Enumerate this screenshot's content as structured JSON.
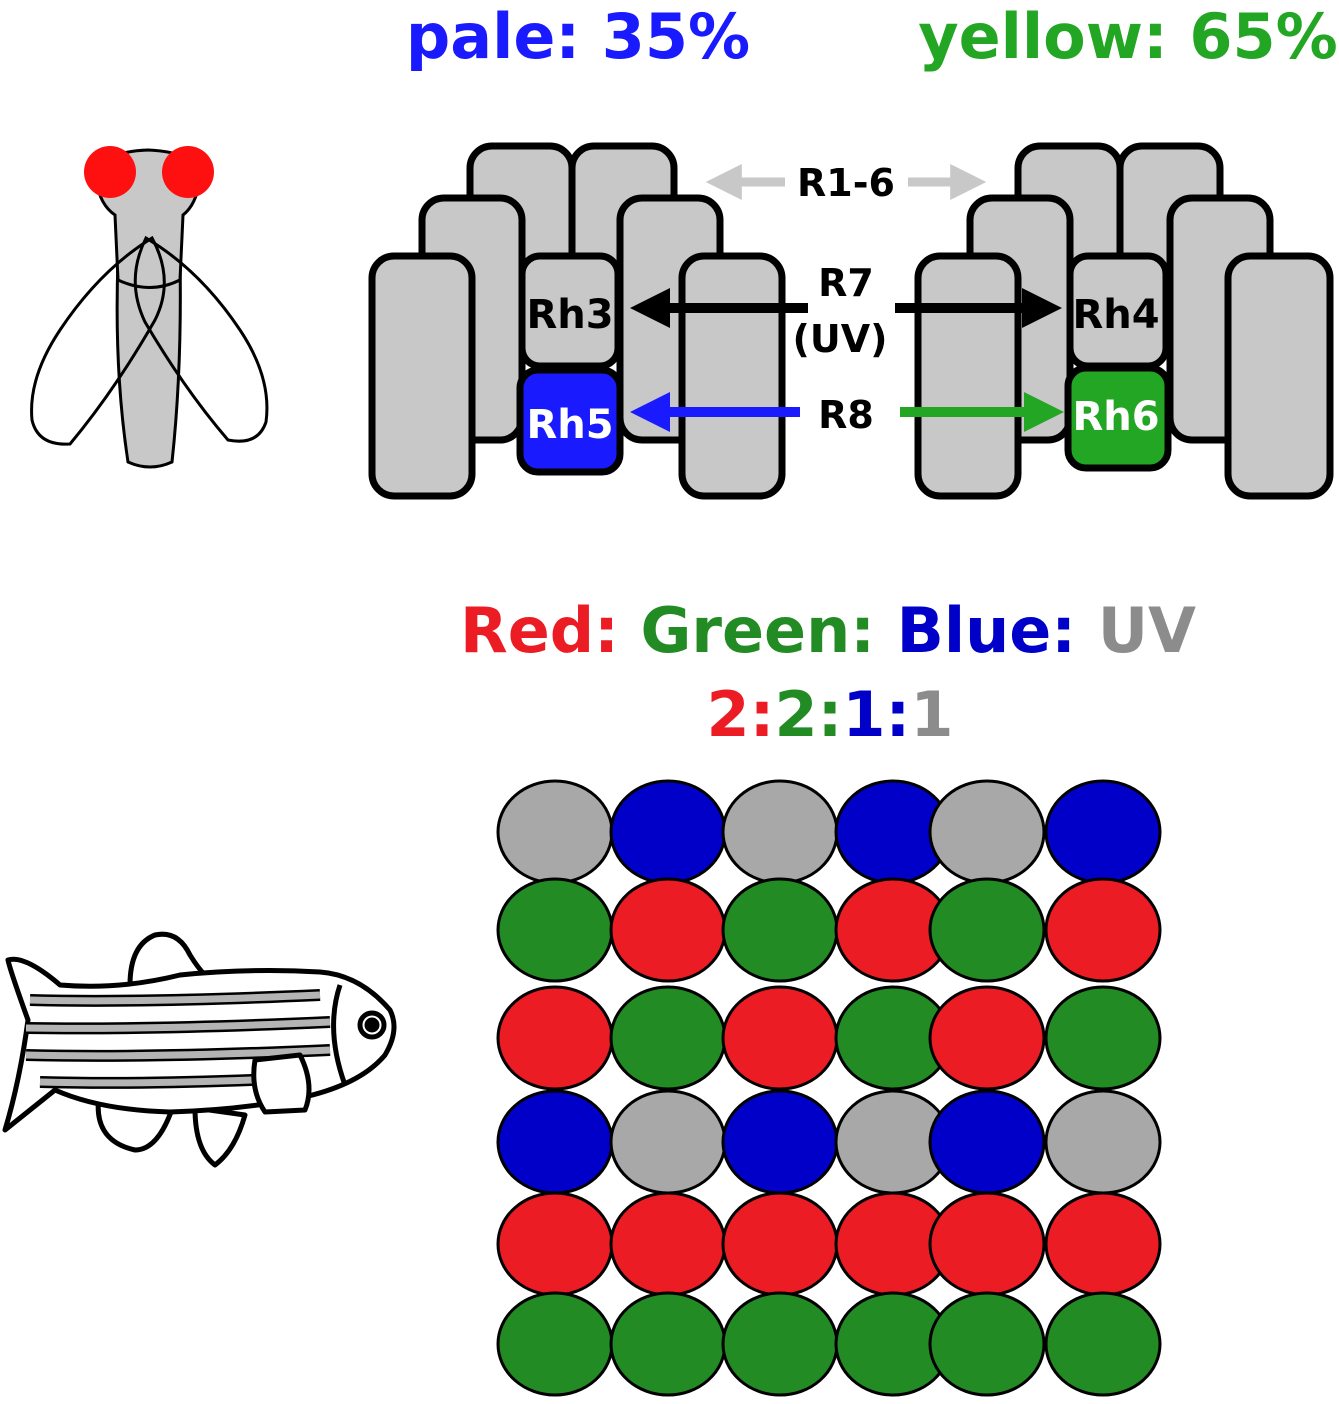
{
  "header": {
    "pale": "pale: 35%",
    "yellow": "yellow: 65%"
  },
  "ommatidia": {
    "r16": "R1-6",
    "r7": "R7",
    "uv": "(UV)",
    "r8": "R8",
    "pale_r7": "Rh3",
    "pale_r8": "Rh5",
    "yellow_r7": "Rh4",
    "yellow_r8": "Rh6"
  },
  "ratio": {
    "names": [
      {
        "text": "Red:",
        "color": "#ec1c24"
      },
      {
        "text": "Green:",
        "color": "#238b23"
      },
      {
        "text": "Blue:",
        "color": "#0000c8"
      },
      {
        "text": "UV",
        "color": "#8c8c8c"
      }
    ],
    "values": [
      {
        "text": "2:",
        "color": "#ec1c24"
      },
      {
        "text": "2:",
        "color": "#238b23"
      },
      {
        "text": "1:",
        "color": "#0000c8"
      },
      {
        "text": "1",
        "color": "#8c8c8c"
      }
    ]
  },
  "colors": {
    "pale": "#1a1aff",
    "yellow": "#23a623",
    "red": "#ec1c24",
    "green": "#238b23",
    "blue": "#0000c8",
    "uv": "#a8a8a8",
    "cell": "#c8c8c8",
    "eye": "#ff1010"
  },
  "mosaic": [
    [
      "uv",
      "blue",
      "uv",
      "blue",
      "uv",
      "blue"
    ],
    [
      "green",
      "red",
      "green",
      "red",
      "green",
      "red"
    ],
    [
      "red",
      "green",
      "red",
      "green",
      "red",
      "green"
    ],
    [
      "blue",
      "uv",
      "blue",
      "uv",
      "blue",
      "uv"
    ],
    [
      "red",
      "red",
      "red",
      "red",
      "red",
      "red"
    ],
    [
      "green",
      "green",
      "green",
      "green",
      "green",
      "green"
    ]
  ]
}
